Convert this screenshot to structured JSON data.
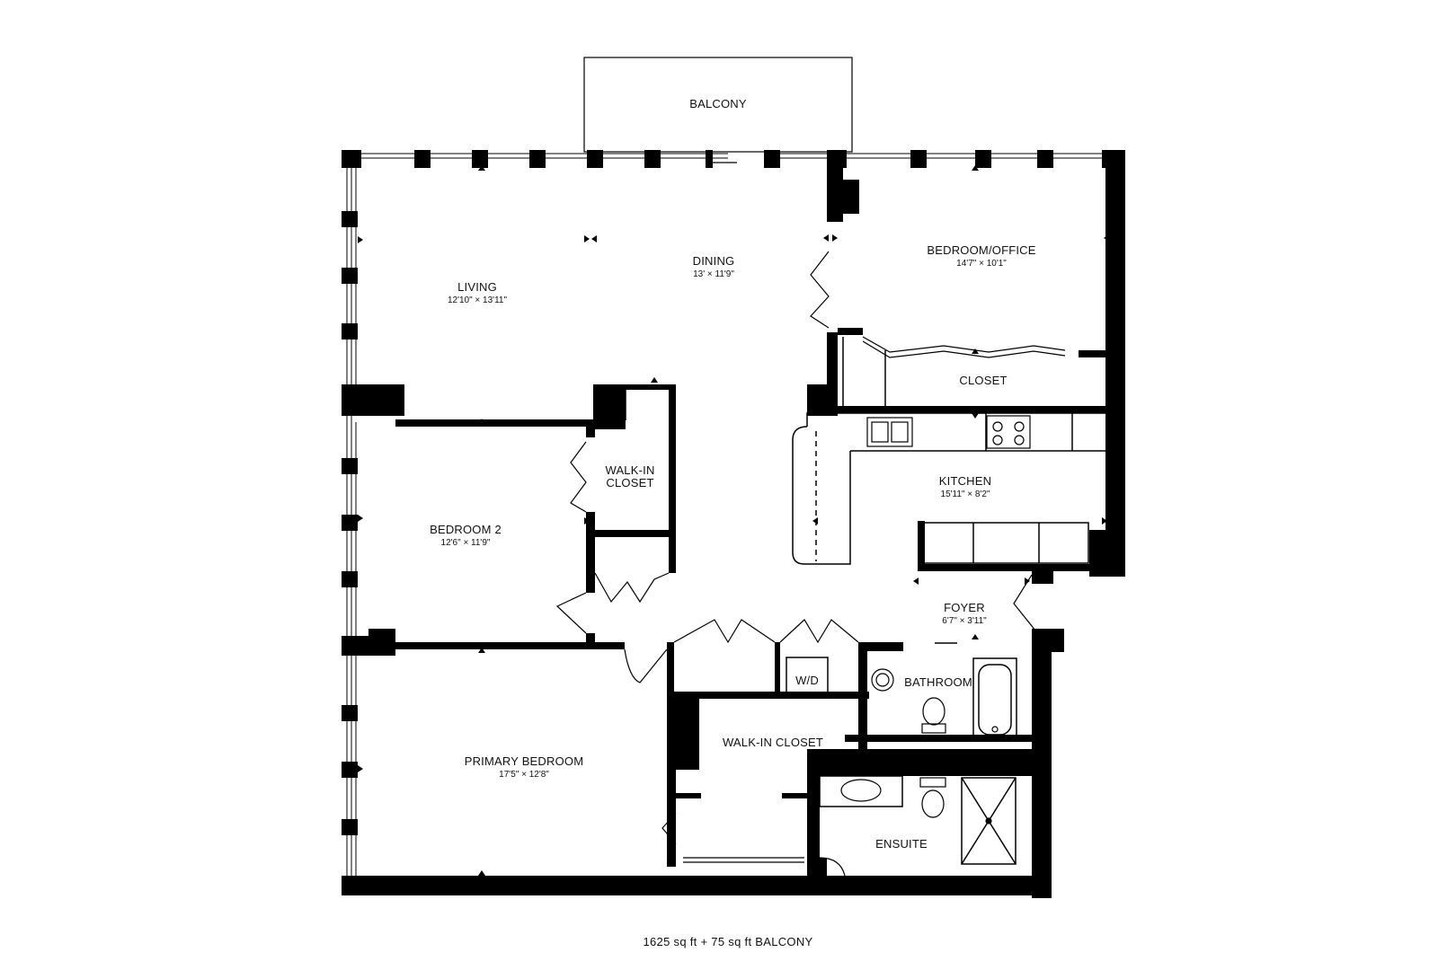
{
  "plan": {
    "colors": {
      "wall": "#000000",
      "line": "#000000",
      "background": "#ffffff"
    },
    "balcony": {
      "label": "BALCONY"
    },
    "rooms": {
      "living": {
        "name": "LIVING",
        "dims": "12'10\" × 13'11\""
      },
      "dining": {
        "name": "DINING",
        "dims": "13' × 11'9\""
      },
      "bedroom_office": {
        "name": "BEDROOM/OFFICE",
        "dims": "14'7\" × 10'1\""
      },
      "closet": {
        "name": "CLOSET"
      },
      "kitchen": {
        "name": "KITCHEN",
        "dims": "15'11\" × 8'2\""
      },
      "walkin_closet_1": {
        "name_line1": "WALK-IN",
        "name_line2": "CLOSET"
      },
      "bedroom2": {
        "name": "BEDROOM 2",
        "dims": "12'6\" × 11'9\""
      },
      "foyer": {
        "name": "FOYER",
        "dims": "6'7\" × 3'11\""
      },
      "wd": {
        "name": "W/D"
      },
      "bathroom": {
        "name": "BATHROOM"
      },
      "walkin_closet_2": {
        "name": "WALK-IN CLOSET"
      },
      "primary_bedroom": {
        "name": "PRIMARY BEDROOM",
        "dims": "17'5\" × 12'8\""
      },
      "ensuite": {
        "name": "ENSUITE"
      }
    },
    "footer": "1625 sq ft + 75 sq ft BALCONY"
  }
}
